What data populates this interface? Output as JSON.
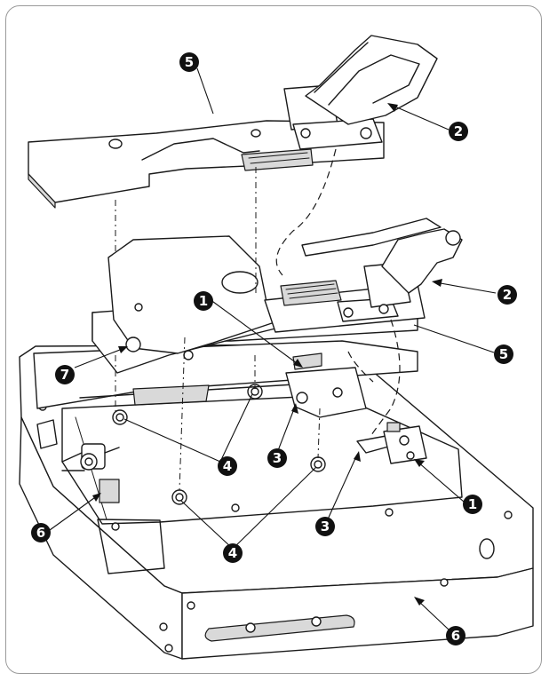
{
  "figure": {
    "callouts": [
      {
        "id": "callout-5-top",
        "label": "5"
      },
      {
        "id": "callout-2-top",
        "label": "2"
      },
      {
        "id": "callout-2-mid",
        "label": "2"
      },
      {
        "id": "callout-5-mid",
        "label": "5"
      },
      {
        "id": "callout-1-left",
        "label": "1"
      },
      {
        "id": "callout-7",
        "label": "7"
      },
      {
        "id": "callout-4-upper",
        "label": "4"
      },
      {
        "id": "callout-3-upper",
        "label": "3"
      },
      {
        "id": "callout-1-right",
        "label": "1"
      },
      {
        "id": "callout-6-left",
        "label": "6"
      },
      {
        "id": "callout-3-lower",
        "label": "3"
      },
      {
        "id": "callout-4-lower",
        "label": "4"
      },
      {
        "id": "callout-6-bottom",
        "label": "6"
      }
    ]
  }
}
